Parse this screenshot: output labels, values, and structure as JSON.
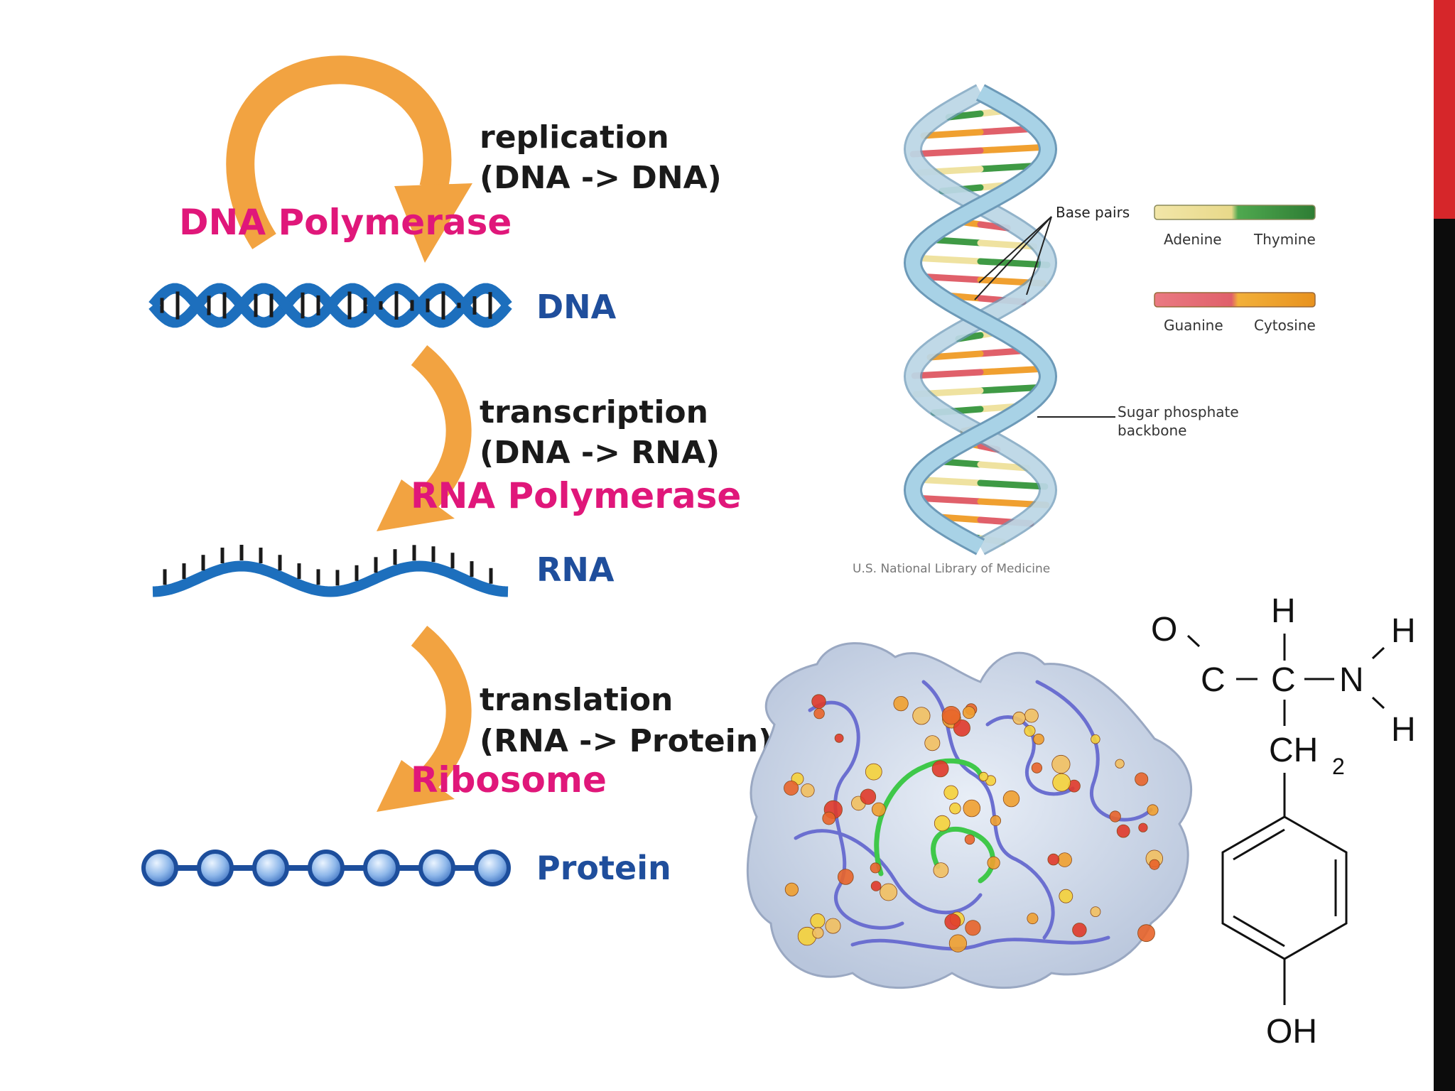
{
  "central_dogma": {
    "replication": {
      "line1": "replication",
      "line2": "(DNA -> DNA)",
      "enzyme": "DNA Polymerase"
    },
    "dna_label": "DNA",
    "transcription": {
      "line1": "transcription",
      "line2": "(DNA -> RNA)",
      "enzyme": "RNA Polymerase"
    },
    "rna_label": "RNA",
    "translation": {
      "line1": "translation",
      "line2": "(RNA -> Protein)",
      "enzyme": "Ribosome"
    },
    "protein_label": "Protein"
  },
  "helix": {
    "base_pairs_label": "Base pairs",
    "legend": {
      "adenine": "Adenine",
      "thymine": "Thymine",
      "guanine": "Guanine",
      "cytosine": "Cytosine"
    },
    "backbone_line1": "Sugar phosphate",
    "backbone_line2": "backbone",
    "credit": "U.S. National Library of Medicine"
  },
  "tyrosine": {
    "o": "O",
    "h_top": "H",
    "h_right_top": "H",
    "c1": "C",
    "c2": "C",
    "n": "N",
    "h_right_bottom": "H",
    "ch": "CH",
    "sub2": "2",
    "oh": "OH"
  },
  "colors": {
    "arrow_orange": "#f2a341",
    "enzyme_magenta": "#e0177a",
    "label_blue": "#1f4e9c",
    "strand_blue": "#1d6fbd",
    "accent_red": "#d6262a",
    "adenine": "#efe2a0",
    "thymine": "#3f9a45",
    "guanine": "#e0606a",
    "cytosine": "#f0a030",
    "backbone": "#a8d2e6"
  }
}
